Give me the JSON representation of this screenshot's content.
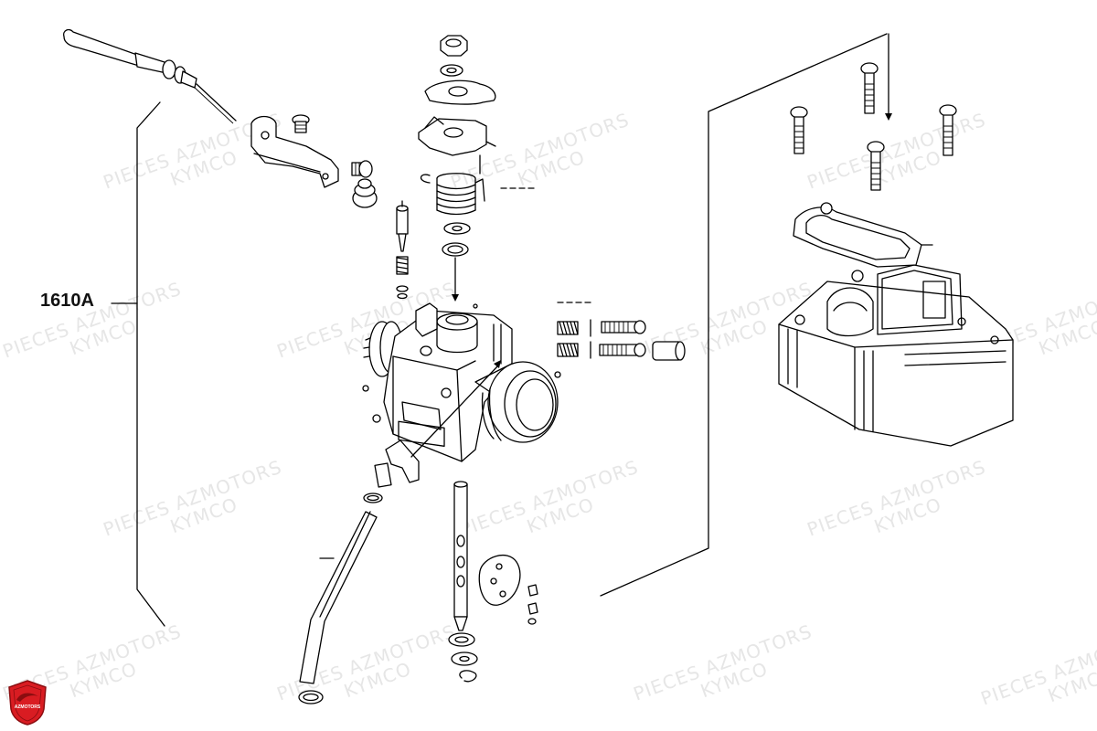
{
  "diagram": {
    "part_label": "1610A",
    "watermark": {
      "line1": "PIECES AZMOTORS",
      "line2": "KYMCO"
    },
    "logo_text": "AZMOTORS",
    "colors": {
      "line": "#000000",
      "watermark": "#e6e6e6",
      "logo_red": "#d91c22",
      "logo_dark": "#8b0d10"
    }
  }
}
